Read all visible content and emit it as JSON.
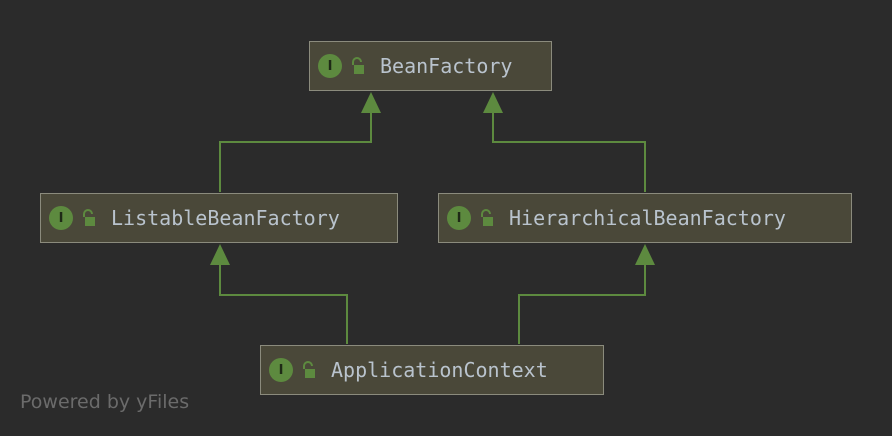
{
  "diagram": {
    "nodes": [
      {
        "id": "beanfactory",
        "kind_badge": "I",
        "lock_icon": "unlocked-padlock-icon",
        "label": "BeanFactory"
      },
      {
        "id": "listable",
        "kind_badge": "I",
        "lock_icon": "unlocked-padlock-icon",
        "label": "ListableBeanFactory"
      },
      {
        "id": "hierarchical",
        "kind_badge": "I",
        "lock_icon": "unlocked-padlock-icon",
        "label": "HierarchicalBeanFactory"
      },
      {
        "id": "appcontext",
        "kind_badge": "I",
        "lock_icon": "unlocked-padlock-icon",
        "label": "ApplicationContext"
      }
    ],
    "edges": [
      {
        "from": "listable",
        "to": "beanfactory",
        "type": "extends"
      },
      {
        "from": "hierarchical",
        "to": "beanfactory",
        "type": "extends"
      },
      {
        "from": "appcontext",
        "to": "listable",
        "type": "extends"
      },
      {
        "from": "appcontext",
        "to": "hierarchical",
        "type": "extends"
      }
    ]
  },
  "watermark": "Powered by yFiles",
  "colors": {
    "background": "#2b2b2b",
    "node_fill": "#4a4839",
    "node_border": "#8b8b7d",
    "edge": "#5d8a3f",
    "badge": "#5d8a3f",
    "label_text": "#b9c3cd",
    "watermark_text": "#6b6b6b"
  }
}
